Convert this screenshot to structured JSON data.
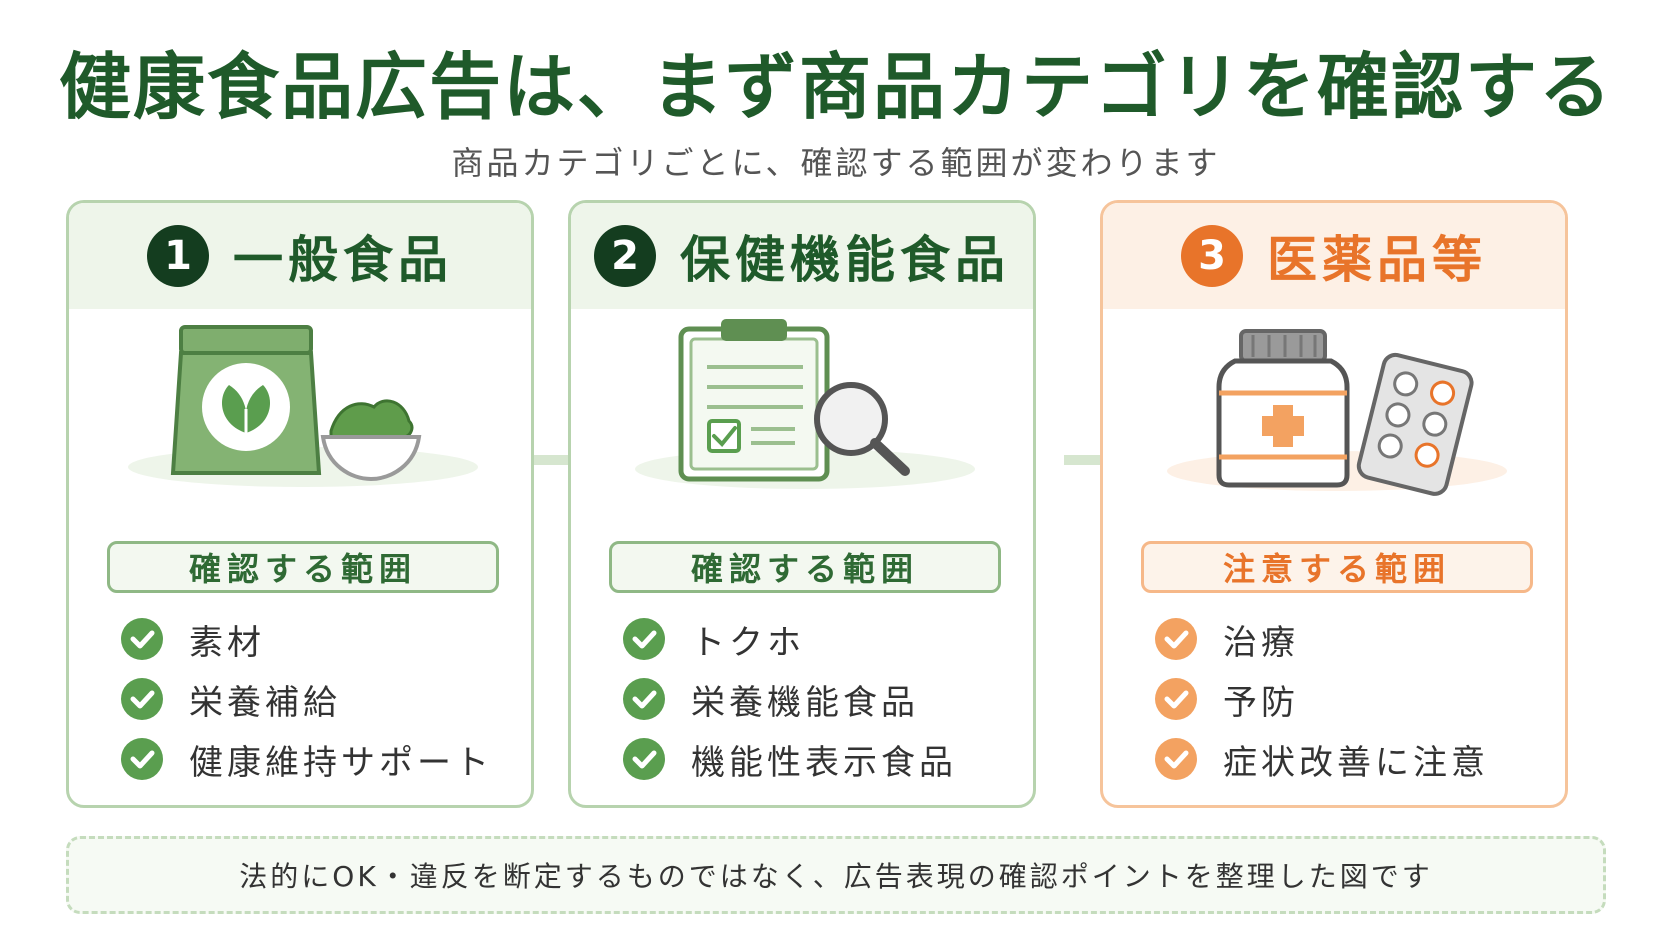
{
  "title": "健康食品広告は、まず商品カテゴリを確認する",
  "subtitle": "商品カテゴリごとに、確認する範囲が変わります",
  "cards": [
    {
      "number": "1",
      "title": "一般食品",
      "range_label": "確認する範囲",
      "items": [
        "素材",
        "栄養補給",
        "健康維持サポート"
      ],
      "icon": "food-bag-leaf-icon",
      "accent": "#5a9e4f"
    },
    {
      "number": "2",
      "title": "保健機能食品",
      "range_label": "確認する範囲",
      "items": [
        "トクホ",
        "栄養機能食品",
        "機能性表示食品"
      ],
      "icon": "clipboard-magnifier-icon",
      "accent": "#5a9e4f"
    },
    {
      "number": "3",
      "title": "医薬品等",
      "range_label": "注意する範囲",
      "items": [
        "治療",
        "予防",
        "症状改善に注意"
      ],
      "icon": "medicine-bottle-pills-icon",
      "accent": "#e8742a"
    }
  ],
  "note": "法的にOK・違反を断定するものではなく、広告表現の確認ポイントを整理した図です",
  "colors": {
    "dark_green": "#1f5a2a",
    "green": "#5a9e4f",
    "orange": "#e8742a"
  }
}
